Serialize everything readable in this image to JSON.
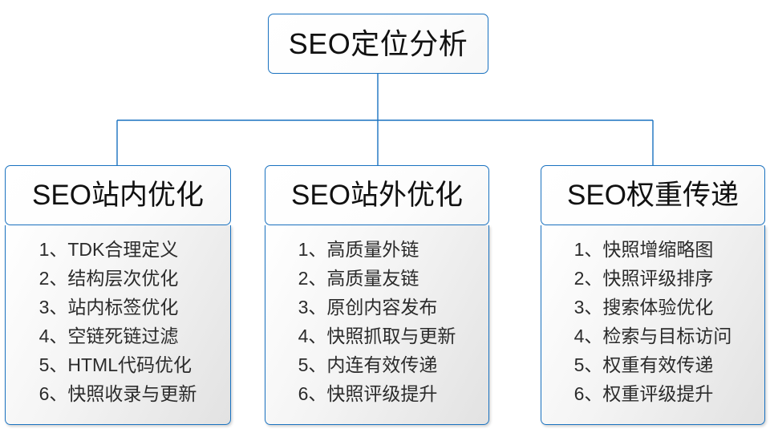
{
  "diagram": {
    "type": "tree",
    "root": {
      "title": "SEO定位分析"
    },
    "branches": [
      {
        "header": "SEO站内优化",
        "items": [
          "1、TDK合理定义",
          "2、结构层次优化",
          "3、站内标签优化",
          "4、空链死链过滤",
          "5、HTML代码优化",
          "6、快照收录与更新"
        ]
      },
      {
        "header": "SEO站外优化",
        "items": [
          "1、高质量外链",
          "2、高质量友链",
          "3、原创内容发布",
          "4、快照抓取与更新",
          "5、内连有效传递",
          "6、快照评级提升"
        ]
      },
      {
        "header": "SEO权重传递",
        "items": [
          "1、快照增缩略图",
          "2、快照评级排序",
          "3、搜索体验优化",
          "4、检索与目标访问",
          "5、权重有效传递",
          "6、权重评级提升"
        ]
      }
    ],
    "colors": {
      "border": "#1a72c0",
      "text": "#111111",
      "list_text": "#2b2b2b",
      "background": "#ffffff"
    }
  }
}
